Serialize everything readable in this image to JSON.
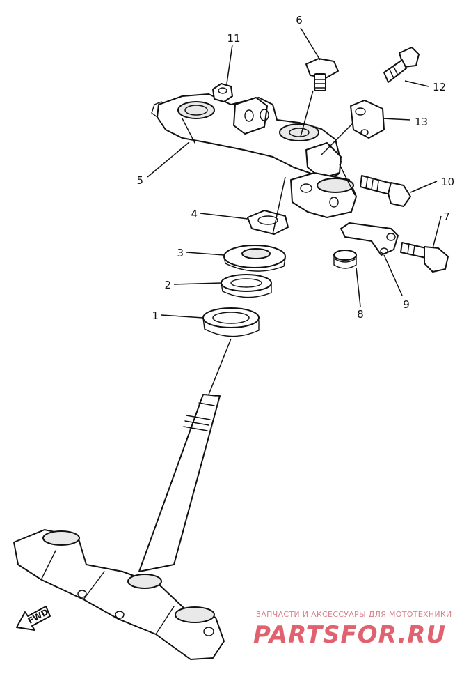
{
  "diagram": {
    "callouts": [
      {
        "id": "1",
        "text": "1"
      },
      {
        "id": "2",
        "text": "2"
      },
      {
        "id": "3",
        "text": "3"
      },
      {
        "id": "4",
        "text": "4"
      },
      {
        "id": "5",
        "text": "5"
      },
      {
        "id": "6",
        "text": "6"
      },
      {
        "id": "7",
        "text": "7"
      },
      {
        "id": "8",
        "text": "8"
      },
      {
        "id": "9",
        "text": "9"
      },
      {
        "id": "10",
        "text": "10"
      },
      {
        "id": "11",
        "text": "11"
      },
      {
        "id": "12",
        "text": "12"
      },
      {
        "id": "13",
        "text": "13"
      }
    ],
    "direction_label": "FWD"
  },
  "watermark": {
    "line": "ЗАПЧАСТИ И АКСЕССУАРЫ ДЛЯ МОТОТЕХНИКИ",
    "logo": "PARTSFOR.RU",
    "color": "#e0626f"
  }
}
